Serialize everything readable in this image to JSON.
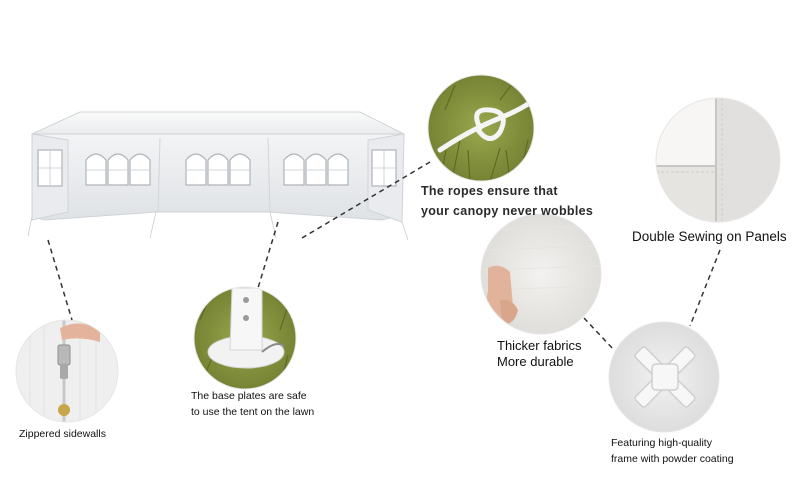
{
  "callouts": {
    "ropes": {
      "line1": "The ropes ensure that",
      "line2": "your canopy never wobbles"
    },
    "sewing": {
      "text": "Double Sewing on Panels"
    },
    "fabrics": {
      "line1": "Thicker fabrics",
      "line2": "More durable"
    },
    "base": {
      "line1": "The base plates are safe",
      "line2": "to use the tent on the lawn"
    },
    "zipper": {
      "text": "Zippered sidewalls"
    },
    "frame": {
      "line1": "Featuring high-quality",
      "line2": "frame with powder coating"
    }
  },
  "colors": {
    "background": "#ffffff",
    "text": "#111111",
    "leader_line": "#333333",
    "tent_white": "#f4f5f6",
    "grass_green": "#7f8f3a"
  }
}
